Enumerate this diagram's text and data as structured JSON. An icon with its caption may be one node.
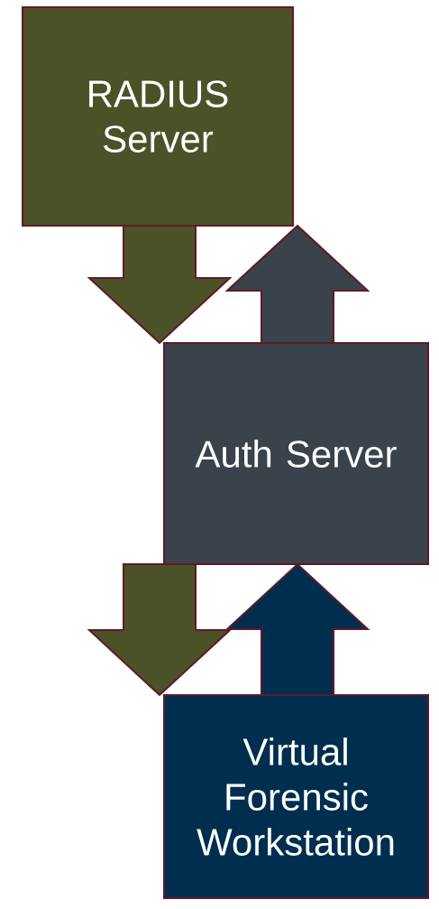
{
  "diagram": {
    "nodes": [
      {
        "text": [
          "RADIUS Server"
        ]
      },
      {
        "text": [
          "Auth Server"
        ]
      },
      {
        "text": [
          "Virtual Forensic Workstation"
        ]
      }
    ],
    "edges": [
      {
        "from": 0,
        "to": 1,
        "arrow": "to",
        "color": "#4b5228"
      },
      {
        "from": 1,
        "to": 0,
        "arrow": "to",
        "color": "#3a424b"
      },
      {
        "from": 1,
        "to": 2,
        "arrow": "to",
        "color": "#4b5228"
      },
      {
        "from": 2,
        "to": 1,
        "arrow": "to",
        "color": "#002e4f"
      }
    ]
  }
}
